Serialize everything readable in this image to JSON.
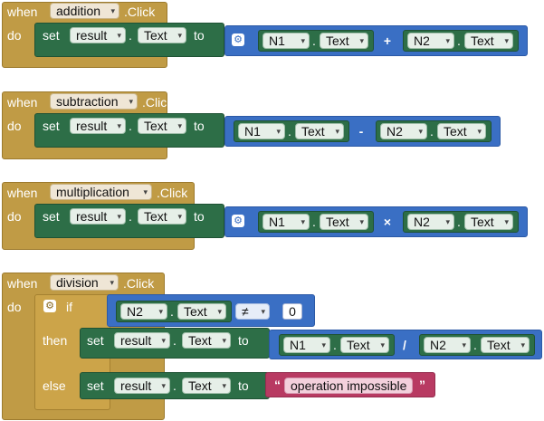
{
  "common": {
    "when": "when",
    "do": "do",
    "click": ".Click",
    "set": "set",
    "to": "to",
    "dot": ".",
    "result": "result",
    "text": "Text",
    "n1": "N1",
    "n2": "N2",
    "dropdown_arrow": "▾",
    "mutator_icon": "⚙"
  },
  "blocks": [
    {
      "component": "addition",
      "op": "+"
    },
    {
      "component": "subtraction",
      "op": "-"
    },
    {
      "component": "multiplication",
      "op": "×"
    },
    {
      "component": "division",
      "op": "/"
    }
  ],
  "division_logic": {
    "if": "if",
    "then": "then",
    "else": "else",
    "compare_op": "≠",
    "zero": "0",
    "else_string": "operation impossible",
    "open_quote": "“",
    "close_quote": "”"
  }
}
